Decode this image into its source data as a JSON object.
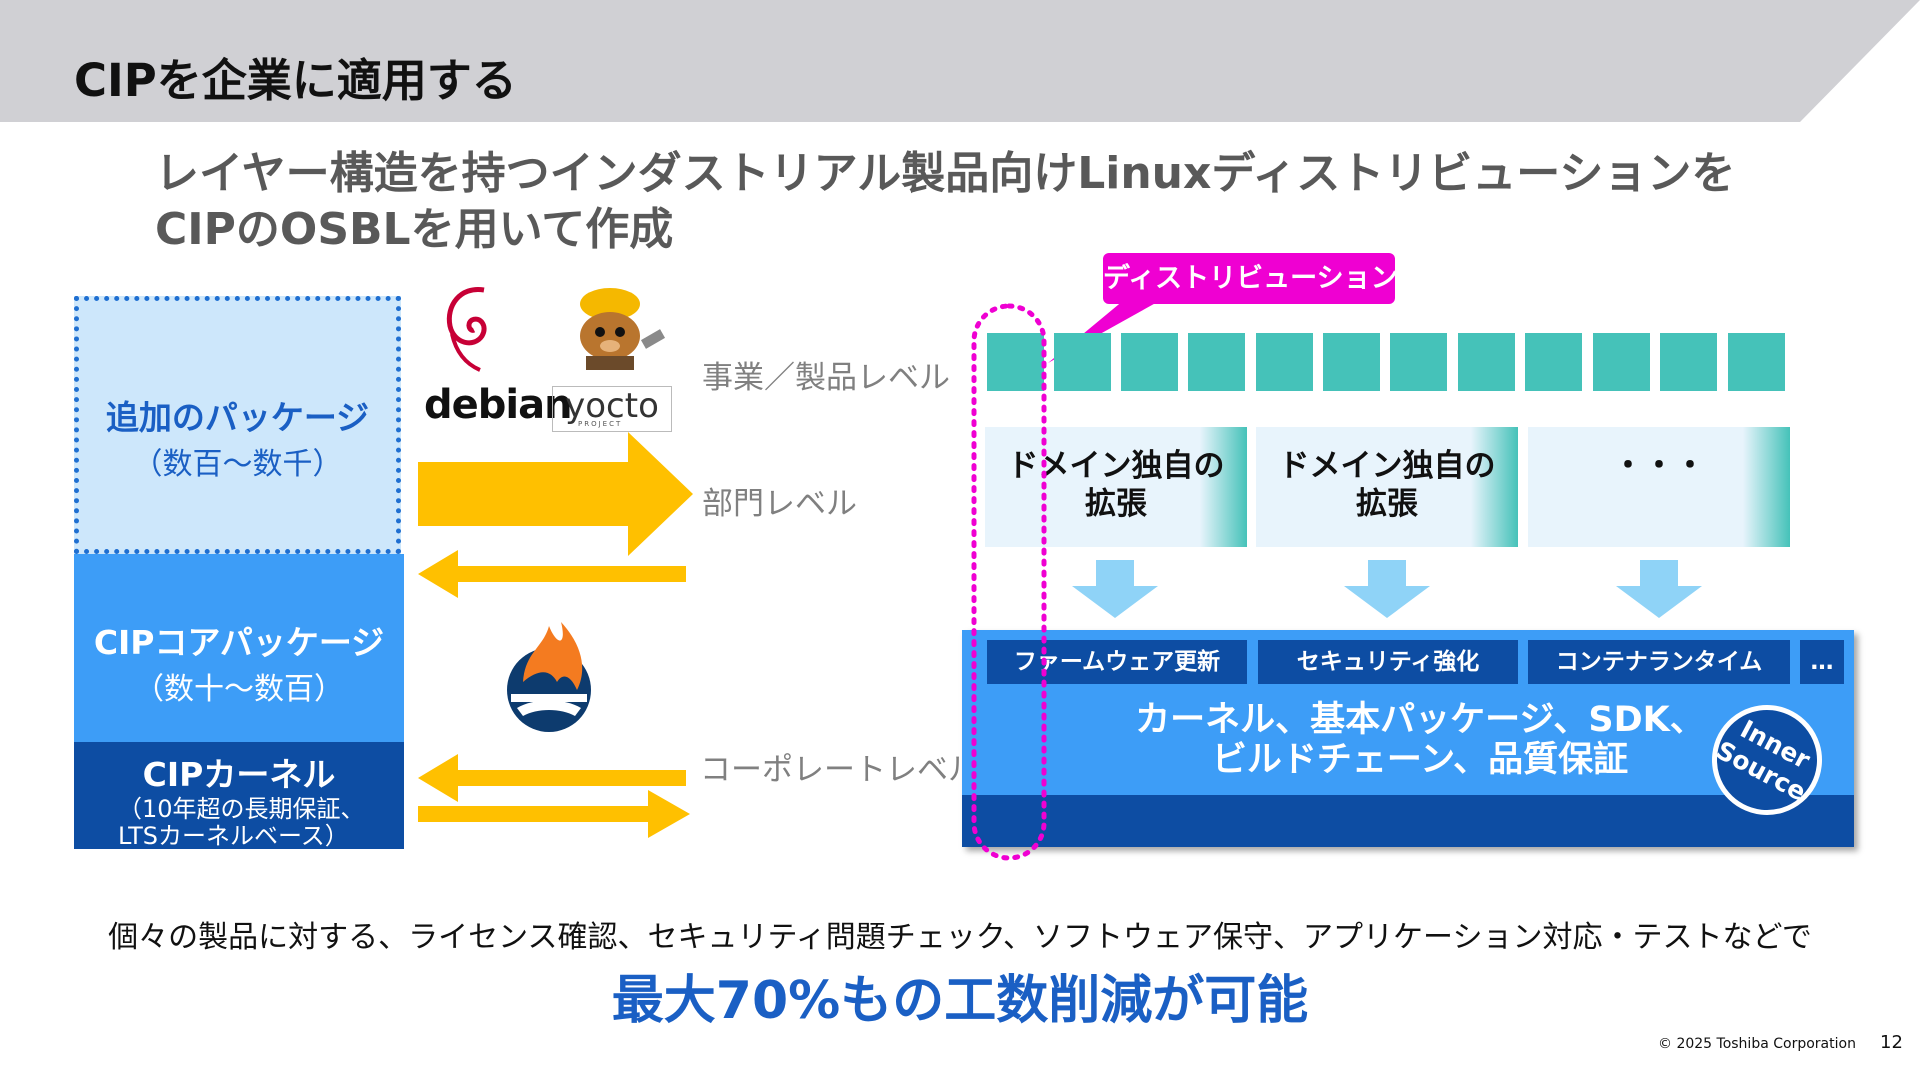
{
  "header": {
    "title": "CIPを企業に適用する"
  },
  "subtitle": {
    "line1": "レイヤー構造を持つインダストリアル製品向けLinuxディストリビューションを",
    "line2": "CIPのOSBLを用いて作成"
  },
  "left_stack": {
    "additional": {
      "title": "追加のパッケージ",
      "sub": "（数百～数千）"
    },
    "core": {
      "title": "CIPコアパッケージ",
      "sub": "（数十～数百）"
    },
    "kernel": {
      "title": "CIPカーネル",
      "sub_line1": "（10年超の長期保証、",
      "sub_line2": "LTSカーネルベース）"
    }
  },
  "logos": {
    "debian": "debian",
    "yocto": "yocto",
    "yocto_sub": "PROJECT"
  },
  "levels": {
    "product": "事業／製品レベル",
    "department": "部門レベル",
    "corporate": "コーポレートレベル"
  },
  "diagram": {
    "callout": "ディストリビューション",
    "domains": [
      {
        "line1": "ドメイン独自の",
        "line2": "拡張"
      },
      {
        "line1": "ドメイン独自の",
        "line2": "拡張"
      },
      {
        "line1": "・・・",
        "line2": ""
      }
    ],
    "features": [
      "ファームウェア更新",
      "セキュリティ強化",
      "コンテナランタイム",
      "…"
    ],
    "base_line1": "カーネル、基本パッケージ、SDK、",
    "base_line2": "ビルドチェーン、品質保証",
    "badge_line1": "Inner",
    "badge_line2": "Source"
  },
  "bottom": {
    "line": "個々の製品に対する、ライセンス確認、セキュリティ問題チェック、ソフトウェア保守、アプリケーション対応・テストなどで",
    "highlight": "最大70%もの工数削減が可能"
  },
  "footer": {
    "copyright": "© 2025 Toshiba Corporation",
    "page": "12"
  },
  "colors": {
    "accent_blue": "#1a5fc4",
    "teal": "#45c2b9",
    "magenta": "#ef00d2",
    "arrow_yellow": "#ffc000",
    "dark_blue": "#0d4da3",
    "mid_blue": "#3d9df7"
  }
}
